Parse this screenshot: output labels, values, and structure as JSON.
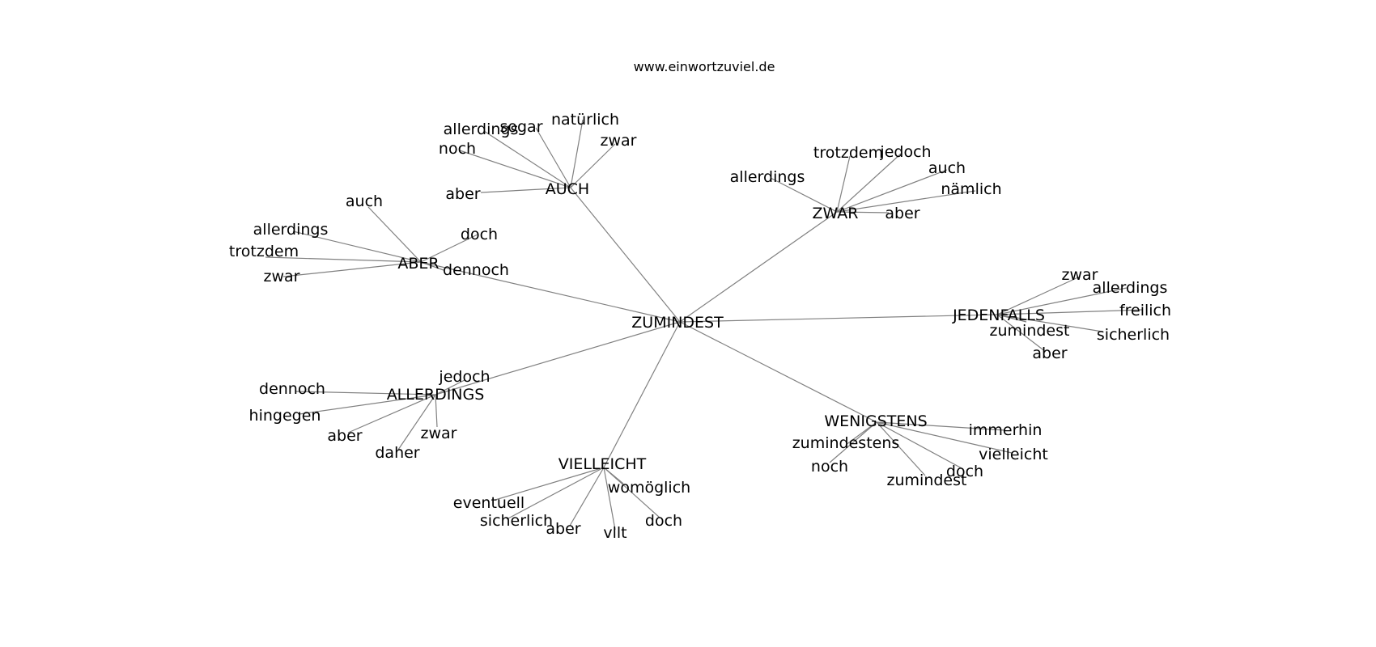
{
  "title": "www.einwortzuviel.de",
  "center": "ZUMINDEST",
  "clusters": [
    {
      "hub": "AUCH",
      "words": [
        "allerdings",
        "sogar",
        "natürlich",
        "zwar",
        "noch",
        "aber"
      ]
    },
    {
      "hub": "ZWAR",
      "words": [
        "trotzdem",
        "jedoch",
        "auch",
        "allerdings",
        "nämlich",
        "aber"
      ]
    },
    {
      "hub": "ABER",
      "words": [
        "auch",
        "allerdings",
        "doch",
        "trotzdem",
        "dennoch",
        "zwar"
      ]
    },
    {
      "hub": "JEDENFALLS",
      "words": [
        "zwar",
        "allerdings",
        "freilich",
        "zumindest",
        "sicherlich",
        "aber"
      ]
    },
    {
      "hub": "ALLERDINGS",
      "words": [
        "jedoch",
        "dennoch",
        "hingegen",
        "aber",
        "zwar",
        "daher"
      ]
    },
    {
      "hub": "WENIGSTENS",
      "words": [
        "immerhin",
        "zumindestens",
        "vielleicht",
        "noch",
        "doch",
        "zumindest"
      ]
    },
    {
      "hub": "VIELLEICHT",
      "words": [
        "womöglich",
        "eventuell",
        "sicherlich",
        "aber",
        "vllt",
        "doch"
      ]
    }
  ]
}
